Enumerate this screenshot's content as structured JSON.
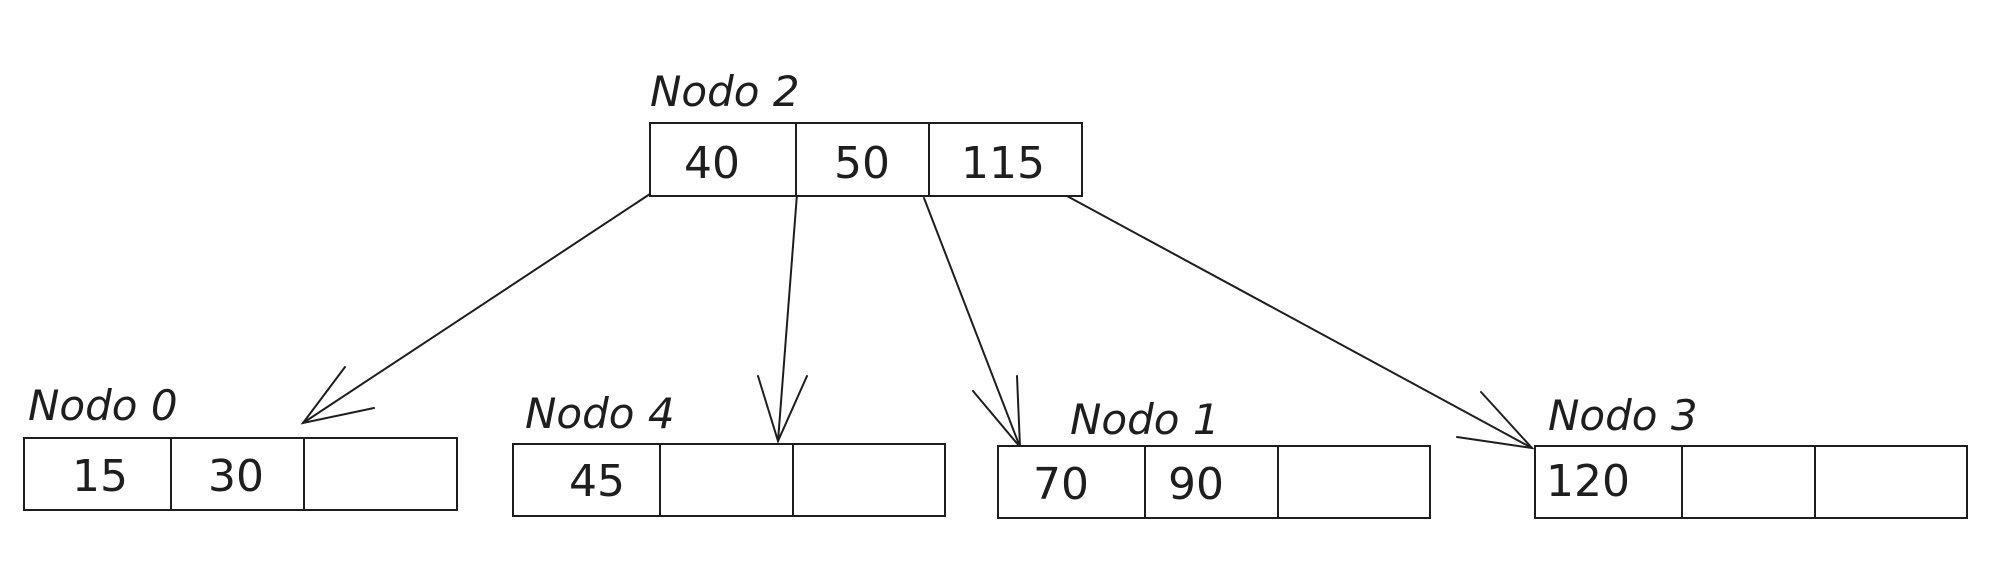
{
  "nodes": [
    {
      "id": "n2",
      "title": "Nodo 2",
      "keys": [
        "40",
        "50",
        "115"
      ]
    },
    {
      "id": "n0",
      "title": "Nodo 0",
      "keys": [
        "15",
        "30",
        ""
      ]
    },
    {
      "id": "n4",
      "title": "Nodo 4",
      "keys": [
        "45",
        "",
        ""
      ]
    },
    {
      "id": "n1",
      "title": "Nodo 1",
      "keys": [
        "70",
        "90",
        ""
      ]
    },
    {
      "id": "n3",
      "title": "Nodo 3",
      "keys": [
        "120",
        "",
        ""
      ]
    }
  ],
  "edges": [
    {
      "from": "n2",
      "to": "n0"
    },
    {
      "from": "n2",
      "to": "n4"
    },
    {
      "from": "n2",
      "to": "n1"
    },
    {
      "from": "n2",
      "to": "n3"
    }
  ]
}
